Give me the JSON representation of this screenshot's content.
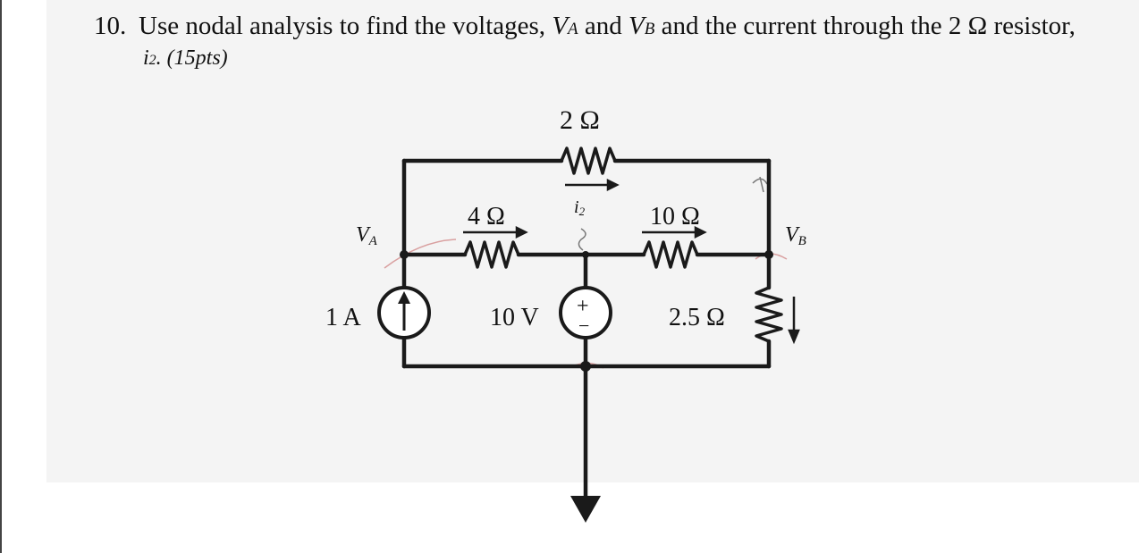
{
  "problem": {
    "number": "10.",
    "text_1": "Use nodal analysis to find the voltages, ",
    "va_v": "V",
    "va_sub": "A",
    "text_2": " and ",
    "vb_v": "V",
    "vb_sub": "B",
    "text_3": " and the current through the 2 Ω resistor,",
    "i2_i": "i",
    "i2_sub": "2",
    "text_4": ".  (15pts)"
  },
  "circuit": {
    "r_top": "2 Ω",
    "r_left": "4 Ω",
    "r_right": "10 Ω",
    "r_shunt": "2.5 Ω",
    "current_source": "1 A",
    "voltage_source": "10 V",
    "plus_sign": "+",
    "minus_sign": "−",
    "node_a_v": "V",
    "node_a_sub": "A",
    "node_b_v": "V",
    "node_b_sub": "B",
    "current_i": "i",
    "current_sub": "2"
  },
  "colors": {
    "wire": "#1a1a1a",
    "annotation_red": "#d9a0a0"
  }
}
